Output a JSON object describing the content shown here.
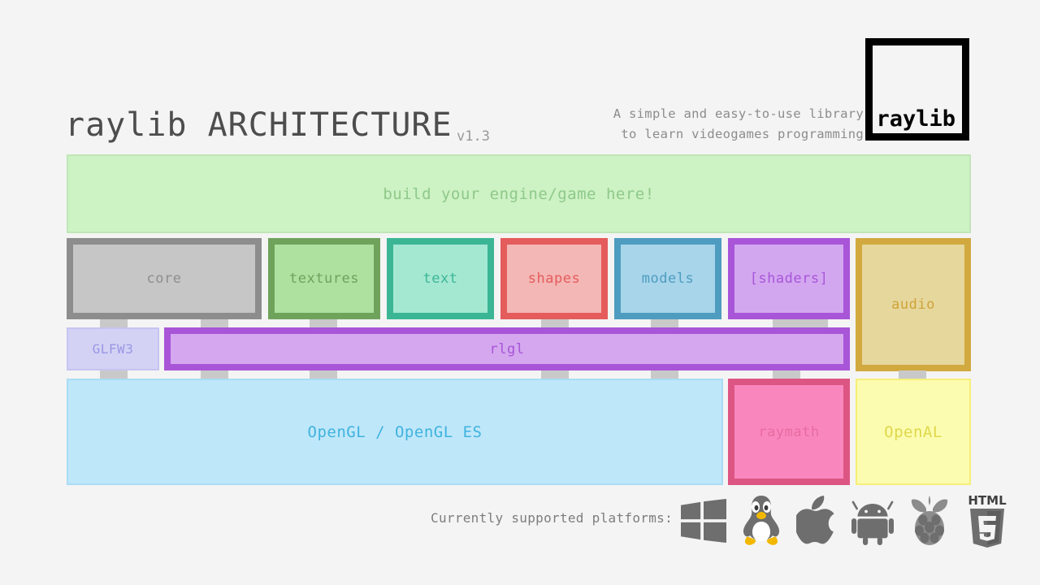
{
  "header": {
    "title_main": "raylib ARCHITECTURE",
    "version": "v1.3",
    "tagline_line1": "A simple and easy-to-use library",
    "tagline_line2": "to learn videogames programming",
    "logo_text": "raylib"
  },
  "user_layer": {
    "label": "build your engine/game here!",
    "fill": "#cdf2c4",
    "border": "#bfe6b6",
    "text_color": "#8fc98a"
  },
  "modules": [
    {
      "label": "core",
      "fill": "#c6c6c6",
      "border": "#8d8d8d",
      "text_color": "#8d8d8d"
    },
    {
      "label": "textures",
      "fill": "#aee0a0",
      "border": "#6fa35c",
      "text_color": "#6fa35c"
    },
    {
      "label": "text",
      "fill": "#a5e8d2",
      "border": "#3bb695",
      "text_color": "#3bb695"
    },
    {
      "label": "shapes",
      "fill": "#f3b7b5",
      "border": "#e55c5c",
      "text_color": "#e55c5c"
    },
    {
      "label": "models",
      "fill": "#a8d5ea",
      "border": "#4e9cc0",
      "text_color": "#4e9cc0"
    },
    {
      "label": "[shaders]",
      "fill": "#d3a7f0",
      "border": "#a855d8",
      "text_color": "#a855d8"
    },
    {
      "label": "audio",
      "fill": "#e6d79c",
      "border": "#d1a93f",
      "text_color": "#cfa43a"
    }
  ],
  "backend_layer": [
    {
      "label": "GLFW3",
      "fill": "#d3d2f5",
      "border": "#c5c4f0",
      "text_color": "#9a97e3"
    },
    {
      "label": "rlgl",
      "fill": "#d4a7ee",
      "border": "#a855d8",
      "text_color": "#a855d8"
    }
  ],
  "platform_layer": [
    {
      "label": "OpenGL / OpenGL ES",
      "fill": "#bfe7fa",
      "border": "#a9dcf5",
      "text_color": "#3fb3dd"
    },
    {
      "label": "raymath",
      "fill": "#f987be",
      "border": "#dd5583",
      "text_color": "#e86ba1"
    },
    {
      "label": "OpenAL",
      "fill": "#fcfcb0",
      "border": "#f6ef7a",
      "text_color": "#ded martial"
    }
  ],
  "platform_layer_text_fix": {
    "openal_text_color": "#ded84a"
  },
  "footer": {
    "label": "Currently supported platforms:",
    "icons": [
      {
        "name": "windows-icon",
        "title": "Windows"
      },
      {
        "name": "linux-icon",
        "title": "Linux"
      },
      {
        "name": "apple-icon",
        "title": "macOS"
      },
      {
        "name": "android-icon",
        "title": "Android"
      },
      {
        "name": "raspberrypi-icon",
        "title": "Raspberry Pi"
      },
      {
        "name": "html5-icon",
        "title": "HTML5"
      }
    ]
  },
  "colors": {
    "background": "#f4f4f4",
    "connector": "#c9c9c9",
    "ink": "#4d4d4d"
  }
}
